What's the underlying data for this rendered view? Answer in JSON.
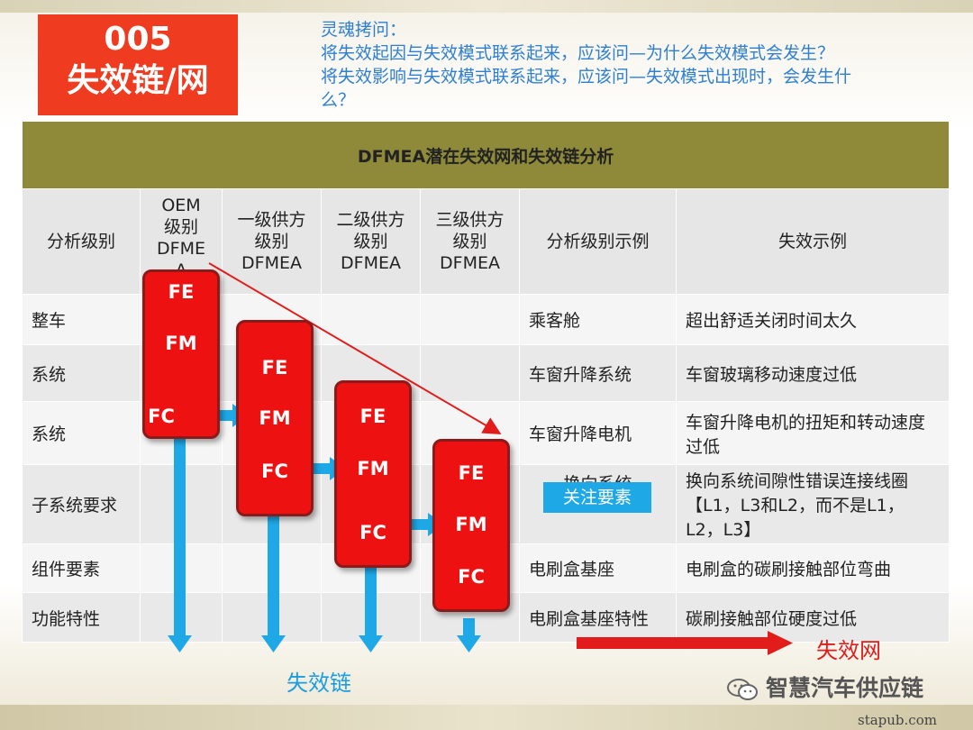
{
  "title": {
    "number": "005",
    "text": "失效链/网"
  },
  "soul_questions": {
    "heading": "灵魂拷问：",
    "line1": "将失效起因与失效模式联系起来，应该问—为什么失效模式会发生？",
    "line2": "将失效影响与失效模式联系起来，应该问—失效模式出现时，会发生什",
    "line3": "么？"
  },
  "table": {
    "header": "DFMEA潜在失效网和失效链分析",
    "columns": {
      "level": "分析级别",
      "oem": [
        "OEM",
        "级别",
        "DFME",
        "A"
      ],
      "tier1": [
        "一级供方",
        "级别",
        "DFMEA"
      ],
      "tier2": [
        "二级供方",
        "级别",
        "DFMEA"
      ],
      "tier3": [
        "三级供方",
        "级别",
        "DFMEA"
      ],
      "example": "分析级别示例",
      "failure": "失效示例"
    },
    "rows": [
      {
        "level": "整车",
        "example": "乘客舱",
        "failure": "超出舒适关闭时间太久"
      },
      {
        "level": "系统",
        "example": "车窗升降系统",
        "failure": "车窗玻璃移动速度过低"
      },
      {
        "level": "系统",
        "example": "车窗升降电机",
        "failure": "车窗升降电机的扭矩和转动速度过低"
      },
      {
        "level": "子系统要求",
        "example": "换向系统",
        "failure": "换向系统间隙性错误连接线圈【L1，L3和L2，而不是L1，L2，L3】"
      },
      {
        "level": "组件要素",
        "example": "电刷盒基座",
        "failure": "电刷盒的碳刷接触部位弯曲"
      },
      {
        "level": "功能特性",
        "example": "电刷盒基座特性",
        "failure": "碳刷接触部位硬度过低"
      }
    ]
  },
  "blocks": {
    "fe": "FE",
    "fm": "FM",
    "fc": "FC"
  },
  "focus_tag": "关注要素",
  "chain_label": "失效链",
  "net_label": "失效网",
  "watermark": {
    "wechat": "智慧汽车供应链",
    "site": "stapub.com"
  },
  "colors": {
    "title_red": "#ef3b1f",
    "header_olive": "#8e8a3a",
    "block_red": "#ee1111",
    "arrow_blue": "#1ea8e6",
    "net_red": "#e21b1b",
    "question_blue": "#2f7fd0"
  }
}
